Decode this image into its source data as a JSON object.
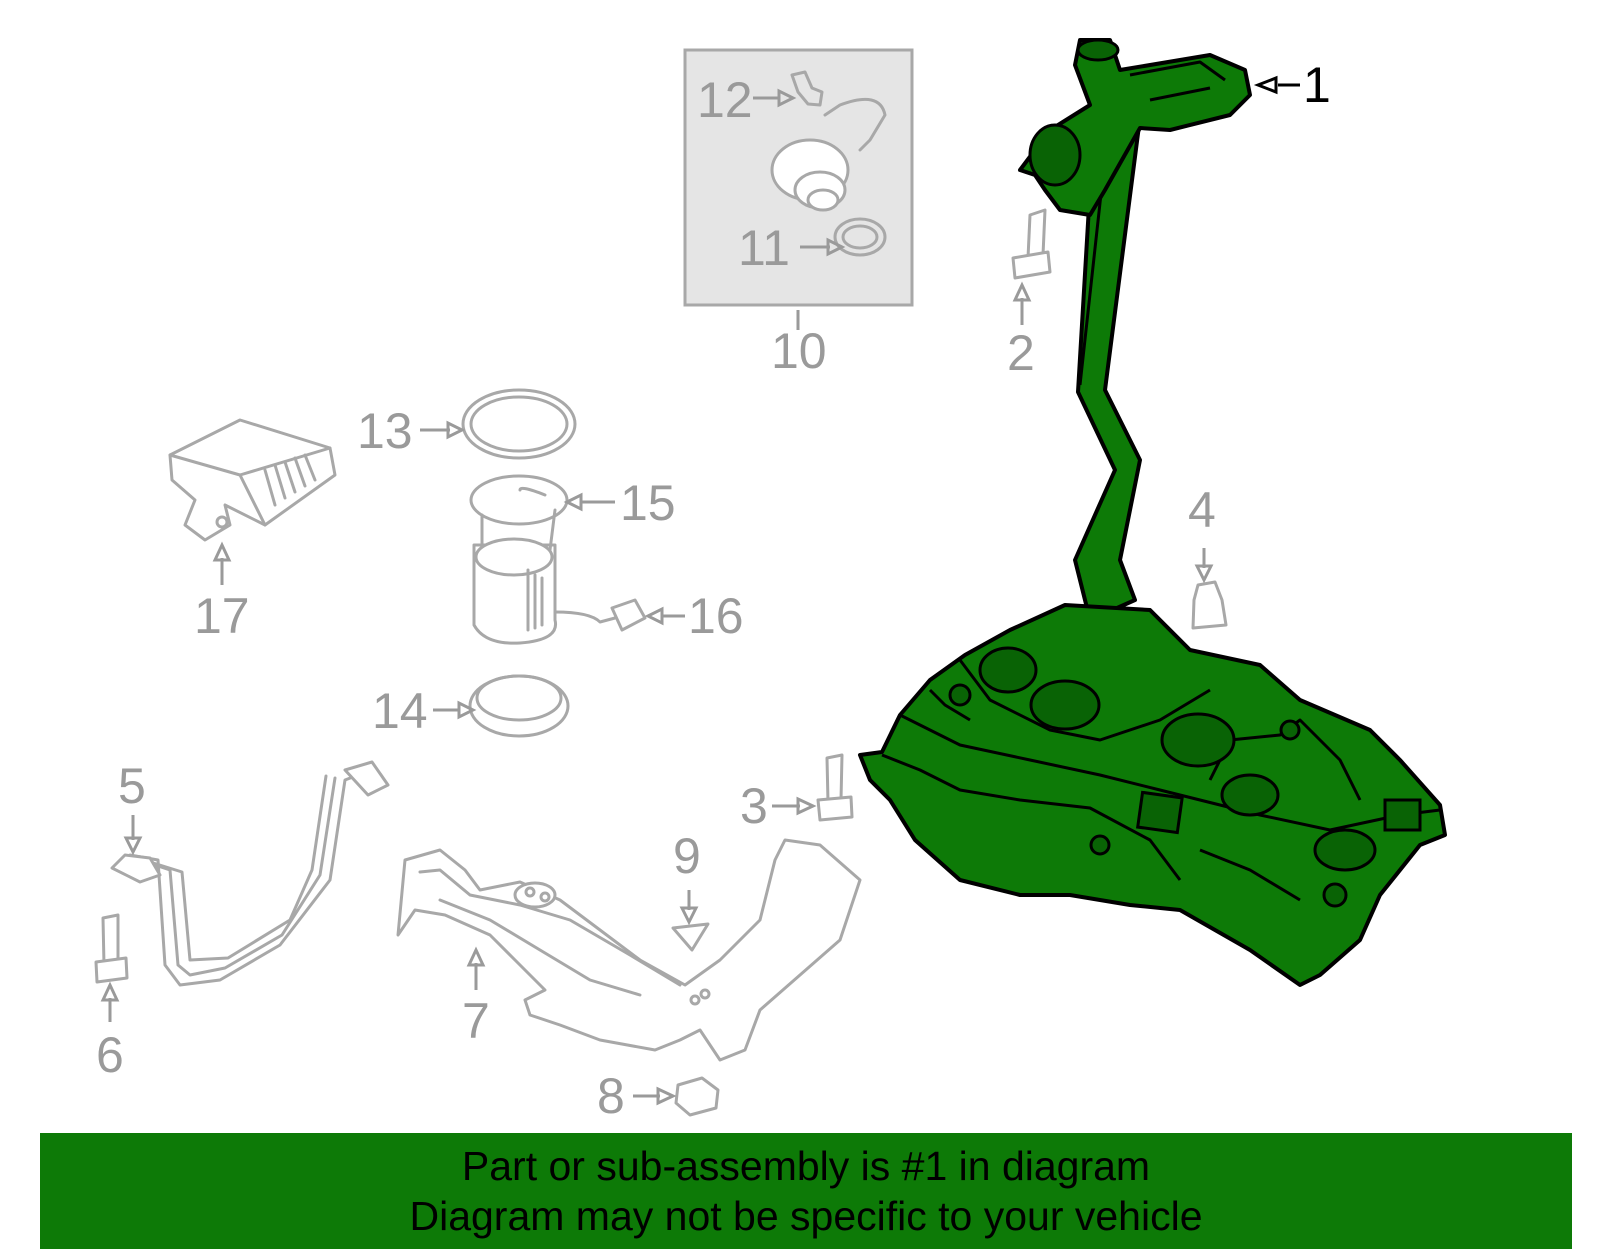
{
  "callouts": {
    "c1": "1",
    "c2": "2",
    "c3": "3",
    "c4": "4",
    "c5": "5",
    "c6": "6",
    "c7": "7",
    "c8": "8",
    "c9": "9",
    "c10": "10",
    "c11": "11",
    "c12": "12",
    "c13": "13",
    "c14": "14",
    "c15": "15",
    "c16": "16",
    "c17": "17"
  },
  "highlighted_part": "1",
  "colors": {
    "highlight": "#0d7a07",
    "ghost_parts": "#a8a8a8",
    "banner": "#0d7a07"
  },
  "banner": {
    "line1": "Part or sub-assembly is #1 in diagram",
    "line2": "Diagram may not be specific to your vehicle"
  }
}
